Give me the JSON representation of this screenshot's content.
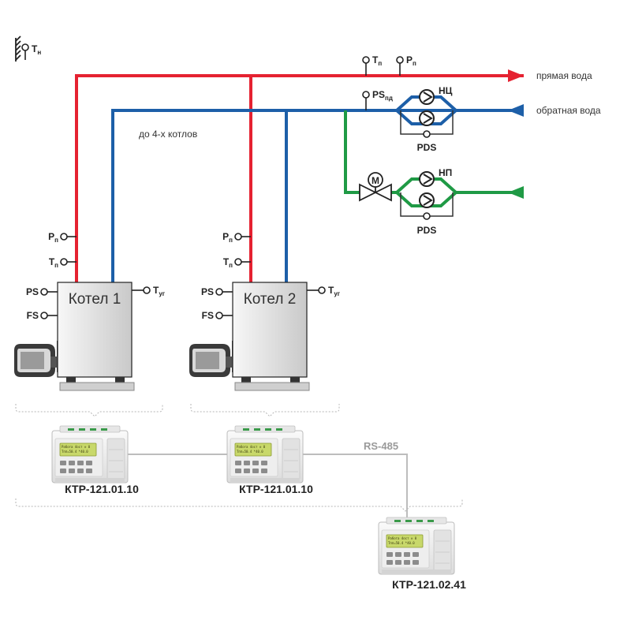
{
  "lines": {
    "supply_label": "прямая вода",
    "return_label": "обратная вода",
    "boiler_count_note": "до 4-х котлов",
    "bus_label": "RS-485",
    "colors": {
      "supply": "#e52231",
      "return": "#1d5fa8",
      "makeup": "#1f9a45",
      "bus": "#bdbdbd"
    }
  },
  "sensors": {
    "outdoor": {
      "main": "T",
      "sub": "н"
    },
    "header_temp": {
      "main": "T",
      "sub": "п"
    },
    "header_pressure": {
      "main": "P",
      "sub": "п"
    },
    "return_pressure_switch": {
      "main": "PS",
      "sub": "пд"
    }
  },
  "pumps": {
    "circulation": {
      "label": "НЦ",
      "pds": "PDS"
    },
    "makeup": {
      "label": "НП",
      "pds": "PDS",
      "valve_motor": "M"
    }
  },
  "boilers": [
    {
      "title": "Котел 1",
      "sensors": {
        "pressure": {
          "main": "P",
          "sub": "п"
        },
        "temp": {
          "main": "T",
          "sub": "п"
        },
        "ps": "PS",
        "fs": "FS",
        "flue": {
          "main": "T",
          "sub": "уг"
        }
      },
      "controller": "КТР-121.01.10"
    },
    {
      "title": "Котел 2",
      "sensors": {
        "pressure": {
          "main": "P",
          "sub": "п"
        },
        "temp": {
          "main": "T",
          "sub": "п"
        },
        "ps": "PS",
        "fs": "FS",
        "flue": {
          "main": "T",
          "sub": "уг"
        }
      },
      "controller": "КТР-121.01.10"
    }
  ],
  "master_controller": "КТР-121.02.41"
}
